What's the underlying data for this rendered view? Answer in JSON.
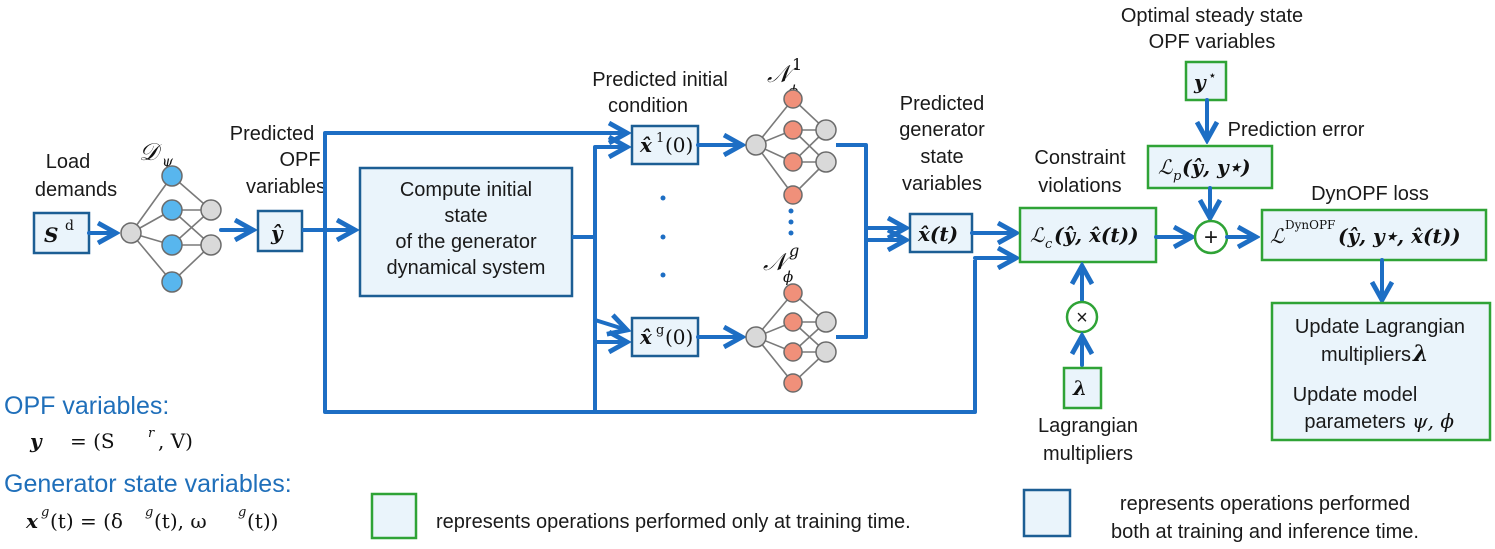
{
  "labels": {
    "load_demands_1": "Load",
    "load_demands_2": "demands",
    "predicted_opf_1": "Predicted",
    "predicted_opf_2": "OPF",
    "predicted_opf_3": "variables",
    "compute_1": "Compute initial",
    "compute_2": "state",
    "compute_3": "of the generator",
    "compute_4": "dynamical system",
    "pred_init_1": "Predicted initial",
    "pred_init_2": "condition",
    "pred_gen_1": "Predicted",
    "pred_gen_2": "generator",
    "pred_gen_3": "state",
    "pred_gen_4": "variables",
    "constraint_1": "Constraint",
    "constraint_2": "violations",
    "optimal_1": "Optimal steady state",
    "optimal_2": "OPF variables",
    "prediction_error": "Prediction error",
    "dynopf_loss": "DynOPF loss",
    "lagrangian_1": "Lagrangian",
    "lagrangian_2": "multipliers",
    "update_1": "Update Lagrangian",
    "update_2": "multipliers",
    "update_3": "Update model",
    "update_4": "parameters",
    "opf_variables_heading": "OPF variables:",
    "gen_state_heading": "Generator state variables:",
    "legend_green": "represents operations performed only at training time.",
    "legend_dark_1": "represents operations performed",
    "legend_dark_2": "both at training and inference time."
  },
  "math": {
    "S": "S",
    "S_sup": "d",
    "y_hat": "ŷ",
    "D_psi": "𝒟",
    "D_psi_sub": "ψ",
    "N1": "𝒩",
    "N1_sup": "1",
    "N1_sub": "ϕ",
    "Ng": "𝒩",
    "Ng_sup": "g",
    "Ng_sub": "ϕ",
    "x1_0": "x̂",
    "x1_0_sup": "1",
    "x1_0_arg": "(0)",
    "xg_0": "x̂",
    "xg_0_sup": "g",
    "xg_0_arg": "(0)",
    "x_t": "x̂(t)",
    "y_star": "y",
    "y_star_sup": "⋆",
    "Lc": "ℒ",
    "Lc_sub": "c",
    "Lc_args": "(ŷ, x̂(t))",
    "Lp": "ℒ",
    "Lp_sub": "p",
    "Lp_args": "(ŷ, y⋆)",
    "Ldyn": "ℒ",
    "Ldyn_sup": "DynOPF",
    "Ldyn_args": "(ŷ, y⋆, x̂(t))",
    "lambda": "λ",
    "plus": "+",
    "times": "×",
    "psi_phi": "ψ, ϕ",
    "opf_eq_lhs": "y",
    "opf_eq_rhs": "=  (S",
    "opf_eq_rhs_sup": "r",
    "opf_eq_rhs_end": ", V)",
    "gen_eq": "x",
    "gen_eq_sup": "g",
    "gen_eq_rhs": "(t) = (δ",
    "gen_eq_rhs_sup1": "g",
    "gen_eq_rhs_mid": "(t), ω",
    "gen_eq_rhs_sup2": "g",
    "gen_eq_rhs_end": "(t))"
  },
  "colors": {
    "training_only_border": "#2fa336",
    "training_inference_border": "#1c5e94",
    "wire": "#1d6ec4",
    "box_fill": "#eaf4fb"
  }
}
